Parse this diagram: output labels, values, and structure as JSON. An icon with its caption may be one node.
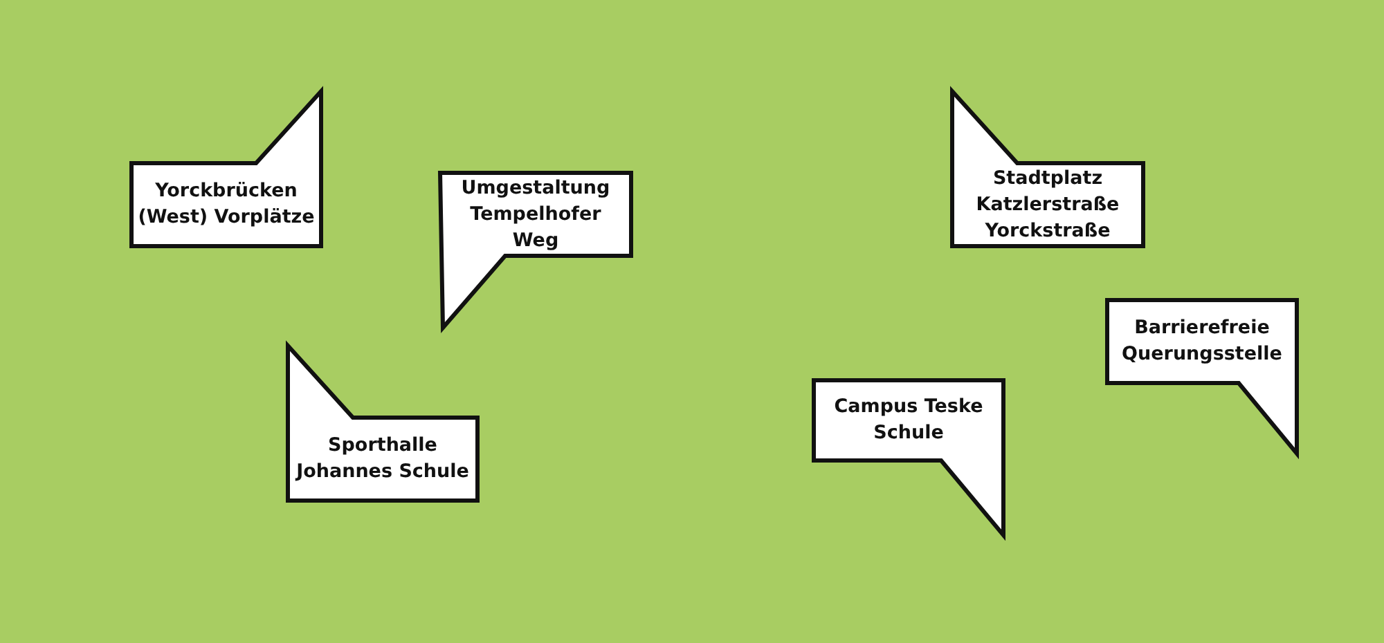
{
  "diagram": {
    "nodes": [
      {
        "text": [
          "Yorckbrücken (West) Vorplätze"
        ]
      },
      {
        "text": [
          "Umgestaltung Tempelhofer Weg"
        ]
      },
      {
        "text": [
          "Sporthalle Johannes Schule"
        ]
      },
      {
        "text": [
          "Stadtplatz Katzlerstraße Yorckstraße"
        ]
      },
      {
        "text": [
          "Barrierefreie Querungsstelle"
        ]
      },
      {
        "text": [
          "Campus Teske Schule"
        ]
      }
    ]
  }
}
